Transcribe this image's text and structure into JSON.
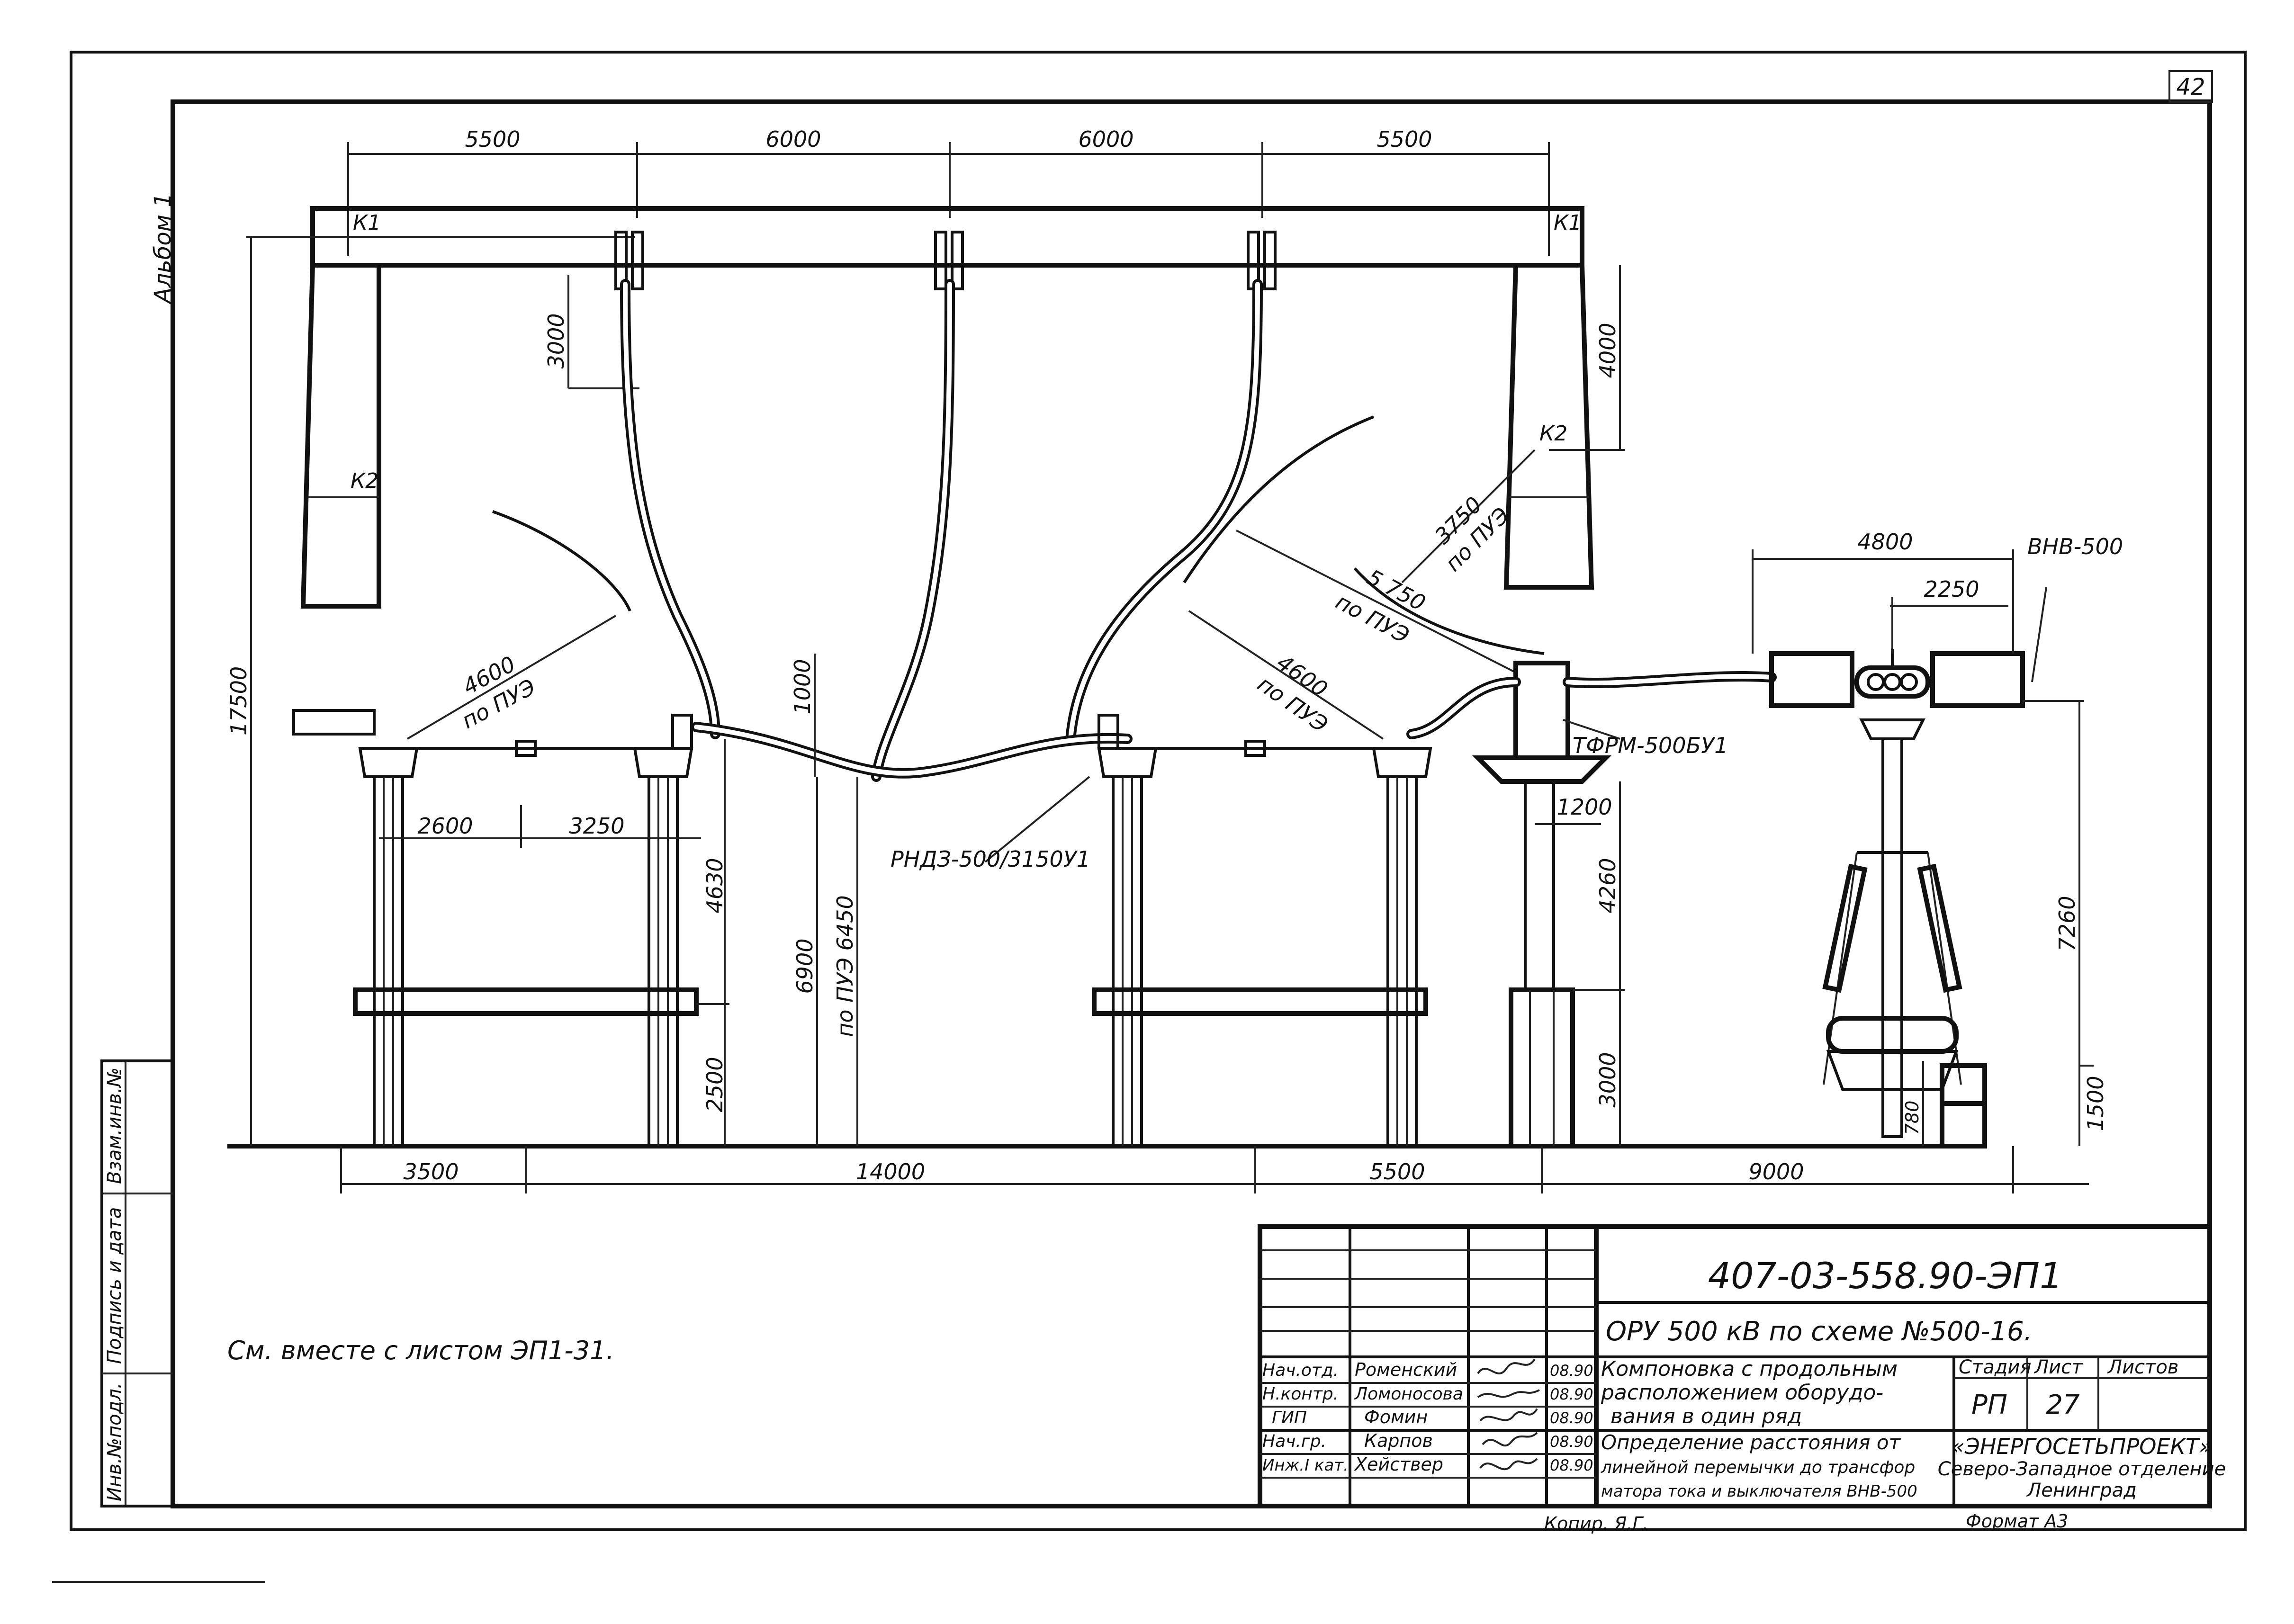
{
  "sheet_number": "42",
  "album_label": "Альбом 1",
  "dimensions": {
    "top": [
      "5500",
      "6000",
      "6000",
      "5500"
    ],
    "bottom": [
      "3500",
      "14000",
      "5500",
      "9000"
    ],
    "left_height": "17500",
    "h3000": "3000",
    "h4000": "4000",
    "h1000": "1000",
    "w2600": "2600",
    "w3250": "3250",
    "h4630": "4630",
    "h2500": "2500",
    "h6900": "6900",
    "h6450_label": "по ПУЭ 6450",
    "w1200": "1200",
    "h4260": "4260",
    "h3000b": "3000",
    "w4800": "4800",
    "w2250": "2250",
    "h7260": "7260",
    "h780": "780",
    "h1500": "1500"
  },
  "labels": {
    "k1_left": "К1",
    "k1_right": "К1",
    "k2_left": "К2",
    "k2_right": "К2",
    "r4600_left": "4600",
    "r4600_left_sub": "по ПУЭ",
    "r4600_right": "4600",
    "r4600_right_sub": "по ПУЭ",
    "r5750": "5 750",
    "r5750_sub": "по ПУЭ",
    "r3750": "3750",
    "r3750_sub": "по ПУЭ",
    "disconnector": "РНДЗ-500/3150У1",
    "transformer": "ТФРМ-500БУ1",
    "breaker": "ВНВ-500",
    "see_also": "См. вместе с листом ЭП1-31."
  },
  "side_stamp": {
    "inv_orig": "Инв.№подл.",
    "sign_date": "Подпись и дата",
    "inv_repl": "Взам.инв.№"
  },
  "title_block": {
    "doc_code": "407-03-558.90-ЭП1",
    "project": "ОРУ 500 кВ по схеме №500-16.",
    "title1_l1": "Компоновка с продольным",
    "title1_l2": "расположением оборудо-",
    "title1_l3": "вания в один ряд",
    "title2_l1": "Определение расстояния от",
    "title2_l2": "линейной перемычки до трансфор",
    "title2_l3": "матора тока и выключателя ВНВ-500",
    "stage_h": "Стадия",
    "sheet_h": "Лист",
    "sheets_h": "Листов",
    "stage": "РП",
    "sheet": "27",
    "sheets": "",
    "org1": "«ЭНЕРГОСЕТЬПРОЕКТ»",
    "org2": "Северо-Западное отделение",
    "org3": "Ленинград",
    "roles": [
      "Нач.отд.",
      "Н.контр.",
      "ГИП",
      "Нач.гр.",
      "Инж.I кат."
    ],
    "names": [
      "Роменский",
      "Ломоносова",
      "Фомин",
      "Карпов",
      "Хействер"
    ],
    "dates": [
      "08.90",
      "08.90",
      "08.90",
      "08.90",
      "08.90"
    ],
    "copied": "Копир. Я.Г.",
    "format": "Формат А3"
  }
}
